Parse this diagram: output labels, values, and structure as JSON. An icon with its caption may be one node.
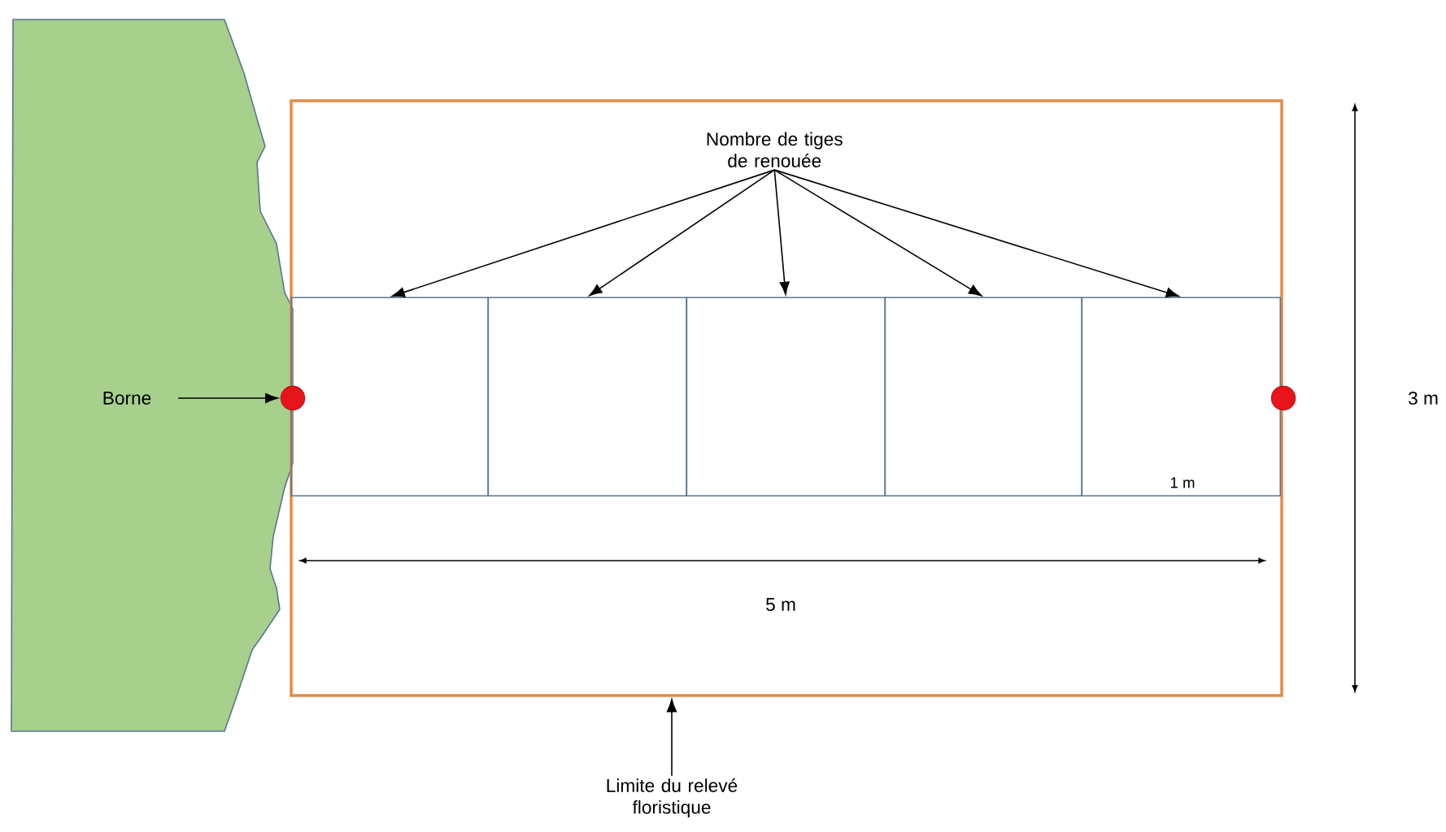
{
  "diagram": {
    "nodes": [
      {
        "text": [],
        "shape": "box"
      },
      {
        "text": [
          "Nombre de tiges de renouée"
        ],
        "in": 0
      },
      {
        "text": [],
        "shape": "box",
        "in": 0
      },
      {
        "text": [],
        "shape": "box",
        "in": 0
      },
      {
        "text": [],
        "shape": "box",
        "in": 0
      },
      {
        "text": [],
        "shape": "box",
        "in": 0
      },
      {
        "text": [],
        "shape": "box",
        "in": 0
      },
      {
        "text": [
          "Borne"
        ]
      },
      {
        "text": [],
        "shape": "circle"
      },
      {
        "text": [],
        "shape": "circle"
      },
      {
        "text": [
          "Limite du relevé floristique"
        ]
      }
    ],
    "edges": [
      {
        "from": 1,
        "to": 2,
        "arrow": "to"
      },
      {
        "from": 1,
        "to": 3,
        "arrow": "to"
      },
      {
        "from": 1,
        "to": 4,
        "arrow": "to"
      },
      {
        "from": 1,
        "to": 5,
        "arrow": "to"
      },
      {
        "from": 1,
        "to": 6,
        "arrow": "to"
      },
      {
        "from": 7,
        "to": 8,
        "arrow": "to"
      },
      {
        "from": 10,
        "to": 0,
        "arrow": "to"
      }
    ],
    "labels": [
      "1 m",
      "5 m",
      "3 m"
    ]
  }
}
